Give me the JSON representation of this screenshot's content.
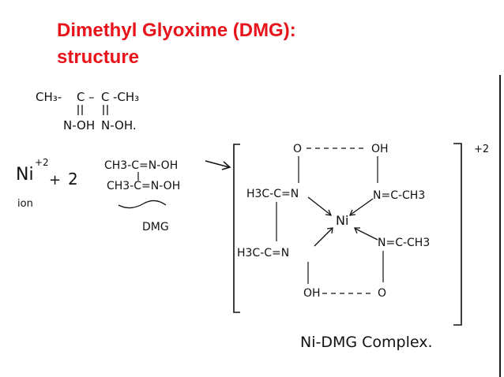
{
  "slide": {
    "title_line1": "Dimethyl Glyoxime (DMG):",
    "title_line2": "structure",
    "title_color": "#e8141b"
  },
  "dmg_structure": {
    "chain": [
      "CH3",
      "C",
      "C",
      "CH3"
    ],
    "oxime_groups": [
      "N-OH",
      "N-OH."
    ]
  },
  "reaction": {
    "nickel_ion": "Ni",
    "nickel_charge": "+2",
    "ion_label": "ion",
    "plus": "+",
    "coefficient": "2",
    "dmg_line1": "CH3-C=N-OH",
    "dmg_line2": "CH3-C=N-OH",
    "dmg_label": "DMG",
    "arrow": "→"
  },
  "complex": {
    "charge": "+2",
    "center": "Ni",
    "top_bridge": [
      "O",
      "OH"
    ],
    "bottom_bridge": [
      "OH",
      "O"
    ],
    "left_upper": "H3C-C=N",
    "left_lower": "H3C-C=N",
    "right_upper": "N=C-CH3",
    "right_lower": "N=C-CH3",
    "label": "Ni-DMG Complex."
  }
}
